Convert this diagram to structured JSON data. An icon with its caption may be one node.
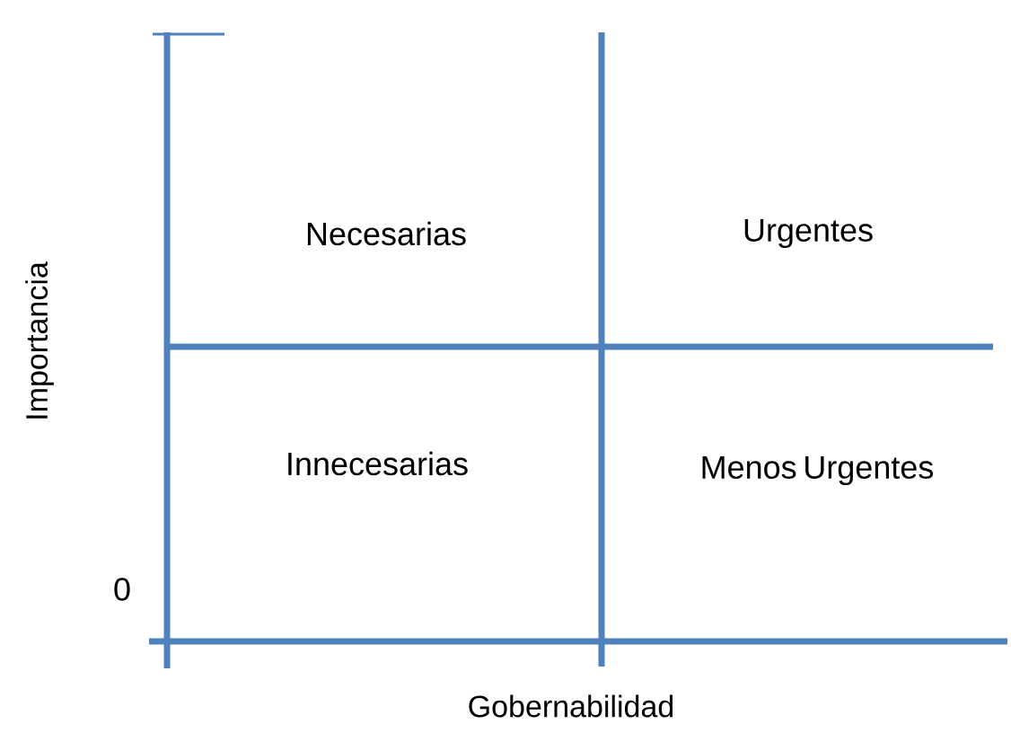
{
  "diagram": {
    "labels": [
      "Necesarias",
      "Urgentes",
      "Innecesarias",
      "Menos Urgentes",
      "0",
      "Importancia",
      "Gobernabilidad"
    ]
  }
}
